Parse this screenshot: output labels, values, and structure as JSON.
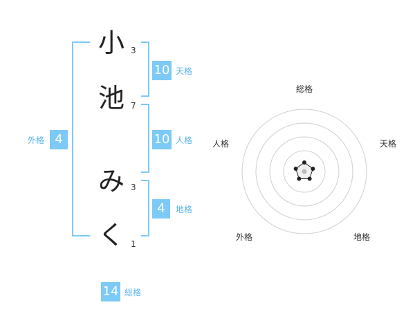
{
  "name": {
    "chars": [
      {
        "char": "小",
        "strokes": "3"
      },
      {
        "char": "池",
        "strokes": "7"
      },
      {
        "char": "み",
        "strokes": "3"
      },
      {
        "char": "く",
        "strokes": "1"
      }
    ]
  },
  "fortune": {
    "tenkaku": {
      "value": "10",
      "label": "天格"
    },
    "jinkaku": {
      "value": "10",
      "label": "人格"
    },
    "chikaku": {
      "value": "4",
      "label": "地格"
    },
    "gaikaku": {
      "value": "4",
      "label": "外格"
    },
    "soukaku": {
      "value": "14",
      "label": "総格"
    }
  },
  "chart_data": {
    "type": "radar",
    "axes": [
      "総格",
      "天格",
      "地格",
      "外格",
      "人格"
    ],
    "values": [
      1,
      1,
      1,
      1,
      1
    ],
    "rings": 4,
    "range": [
      0,
      5
    ]
  }
}
